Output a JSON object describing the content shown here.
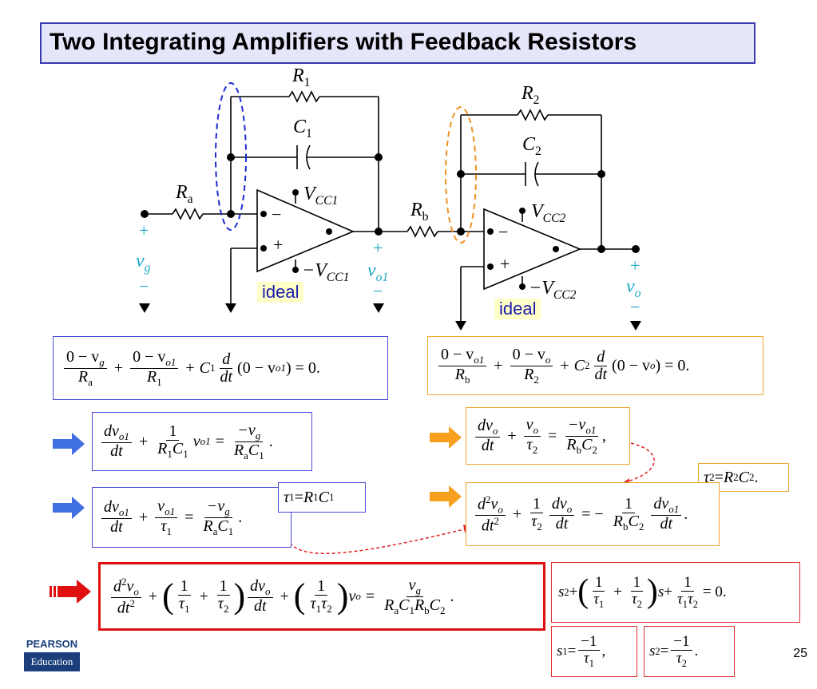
{
  "title": "Two Integrating Amplifiers with Feedback Resistors",
  "circuit": {
    "labels": {
      "r1": "R",
      "r1_sub": "1",
      "c1": "C",
      "c1_sub": "1",
      "ra": "R",
      "ra_sub": "a",
      "vcc1": "V",
      "vcc1_sub": "CC1",
      "neg_vcc1": "−V",
      "neg_vcc1_sub": "CC1",
      "r2": "R",
      "r2_sub": "2",
      "c2": "C",
      "c2_sub": "2",
      "rb": "R",
      "rb_sub": "b",
      "vcc2": "V",
      "vcc2_sub": "CC2",
      "neg_vcc2": "−V",
      "neg_vcc2_sub": "CC2",
      "vg": "v",
      "vg_sub": "g",
      "vo1": "v",
      "vo1_sub": "o1",
      "vo": "v",
      "vo_sub": "o",
      "plus": "+",
      "minus": "−",
      "ideal": "ideal"
    }
  },
  "equations": {
    "node1": {
      "n1": "0 − v",
      "n1_sub": "g",
      "d1": "R",
      "d1_sub": "a",
      "n2": "0 − v",
      "n2_sub": "o1",
      "d2": "R",
      "d2_sub": "1",
      "c": "C",
      "c_sub": "1",
      "d": "d",
      "dt": "dt",
      "tail": "(0 − v",
      "tail_sub": "o1",
      "end": ") = 0."
    },
    "node2": {
      "n1": "0 − v",
      "n1_sub": "o1",
      "d1": "R",
      "d1_sub": "b",
      "n2": "0 − v",
      "n2_sub": "o",
      "d2": "R",
      "d2_sub": "2",
      "c": "C",
      "c_sub": "2",
      "d": "d",
      "dt": "dt",
      "tail": "(0 − v",
      "tail_sub": "o",
      "end": ") = 0."
    },
    "step1a": {
      "n": "dv",
      "n_sub": "o1",
      "d": "dt",
      "one": "1",
      "den": "R",
      "den_sub1": "1",
      "den2": "C",
      "den_sub2": "1",
      "v": "v",
      "v_sub": "o1",
      "eq": "=",
      "rn": "−v",
      "rn_sub": "g",
      "rd": "R",
      "rd_sub1": "a",
      "rd2": "C",
      "rd_sub2": "1",
      "end": "."
    },
    "step2a": {
      "n": "dv",
      "n_sub": "o",
      "d": "dt",
      "vn": "v",
      "vn_sub": "o",
      "tau": "τ",
      "tau_sub": "2",
      "eq": "=",
      "rn": "−v",
      "rn_sub": "o1",
      "rd": "R",
      "rd_sub1": "b",
      "rd2": "C",
      "rd_sub2": "2",
      "end": ","
    },
    "step1b": {
      "n": "dv",
      "n_sub": "o1",
      "d": "dt",
      "vn": "v",
      "vn_sub": "o1",
      "tau": "τ",
      "tau_sub": "1",
      "eq": "=",
      "rn": "−v",
      "rn_sub": "g",
      "rd": "R",
      "rd_sub1": "a",
      "rd2": "C",
      "rd_sub2": "1",
      "end": "."
    },
    "tau1": {
      "lhs": "τ",
      "lhs_sub": "1",
      "eq": " = ",
      "r": "R",
      "r_sub": "1",
      "c": "C",
      "c_sub": "1"
    },
    "tau2": {
      "lhs": "τ",
      "lhs_sub": "2",
      "eq": " = ",
      "r": "R",
      "r_sub": "2",
      "c": "C",
      "c_sub": "2",
      "end": "."
    },
    "step2b": {
      "n": "d",
      "n_sup": "2",
      "n2": "v",
      "n_sub": "o",
      "d": "dt",
      "d_sup": "2",
      "one": "1",
      "tau": "τ",
      "tau_sub": "2",
      "dn": "dv",
      "dn_sub": "o",
      "dd": "dt",
      "eq": "= −",
      "one2": "1",
      "rd": "R",
      "rd_sub1": "b",
      "rd2": "C",
      "rd_sub2": "2",
      "dvn": "dv",
      "dvn_sub": "o1",
      "dvd": "dt",
      "end": "."
    },
    "final": {
      "n": "d",
      "n_sup": "2",
      "n2": "v",
      "n_sub": "o",
      "d": "dt",
      "d_sup": "2",
      "one": "1",
      "t1": "τ",
      "t1_sub": "1",
      "t2": "τ",
      "t2_sub": "2",
      "dn": "dv",
      "dn_sub": "o",
      "dd": "dt",
      "t12": "τ",
      "t12_sub1": "1",
      "t12b": "τ",
      "t12_sub2": "2",
      "v": "v",
      "v_sub": "o",
      "eq": "=",
      "rn": "v",
      "rn_sub": "g",
      "rd": "R",
      "rd_s1": "a",
      "rd2": "C",
      "rd_s2": "1",
      "rd3": "R",
      "rd_s3": "b",
      "rd4": "C",
      "rd_s4": "2",
      "end": "."
    },
    "char": {
      "s": "s",
      "s_sup": "2",
      "plus": " + ",
      "one": "1",
      "t1": "τ",
      "t1_sub": "1",
      "t2": "τ",
      "t2_sub": "2",
      "s2": "s",
      "t12": "τ",
      "t12_sub1": "1",
      "t12b": "τ",
      "t12_sub2": "2",
      "end": " = 0."
    },
    "root1": {
      "s": "s",
      "s_sub": "1",
      "eq": " = ",
      "n": "−1",
      "d": "τ",
      "d_sub": "1",
      "end": ","
    },
    "root2": {
      "s": "s",
      "s_sub": "2",
      "eq": " = ",
      "n": "−1",
      "d": "τ",
      "d_sub": "2",
      "end": "."
    }
  },
  "logo": {
    "top": "PEARSON",
    "bottom": "Education"
  },
  "page_number": "25",
  "colors": {
    "blue": "#4a4ad8",
    "orange": "#f0a530",
    "red": "#e01010",
    "cyan": "#1aa7c8",
    "arrow_blue": "#3f6fe0",
    "arrow_orange": "#f7a020"
  }
}
